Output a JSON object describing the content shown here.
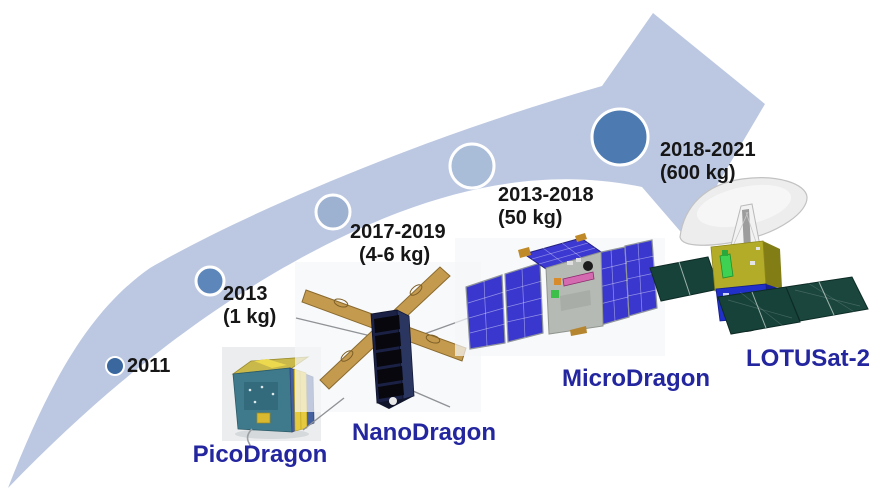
{
  "diagram": {
    "type": "satellite-development-roadmap",
    "arrow_color": "#bcc8e1"
  },
  "milestones": [
    {
      "years": "2011",
      "mass": "",
      "dot_color": "#3a689e"
    },
    {
      "years": "2013",
      "mass": "(1 kg)",
      "dot_color": "#5d87ba"
    },
    {
      "years": "2017-2019",
      "mass": "(4-6 kg)",
      "dot_color": "#9db1d1"
    },
    {
      "years": "2013-2018",
      "mass": "(50 kg)",
      "dot_color": "#a9bcd8"
    },
    {
      "years": "2018-2021",
      "mass": "(600 kg)",
      "dot_color": "#4c7ab1"
    }
  ],
  "satellites": [
    {
      "name": "PicoDragon"
    },
    {
      "name": "NanoDragon"
    },
    {
      "name": "MicroDragon"
    },
    {
      "name": "LOTUSat-2"
    }
  ],
  "text_colors": {
    "year_label": "#161616",
    "satellite_name": "#23269e"
  }
}
